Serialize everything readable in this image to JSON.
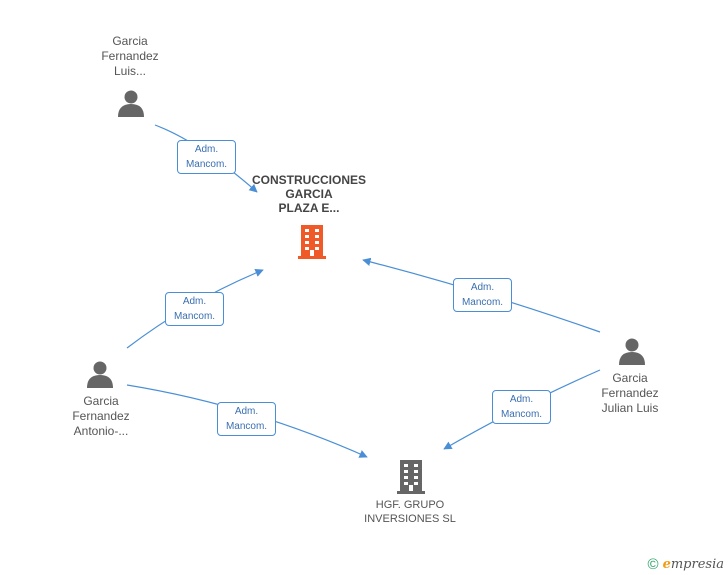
{
  "nodes": {
    "person1": {
      "label": "Garcia\nFernandez\nLuis..."
    },
    "person2": {
      "label": "Garcia\nFernandez\nAntonio-..."
    },
    "person3": {
      "label": "Garcia\nFernandez\nJulian Luis"
    },
    "company_main": {
      "label": "CONSTRUCCIONES\nGARCIA\nPLAZA E..."
    },
    "company_hgf": {
      "label": "HGF. GRUPO\nINVERSIONES SL"
    }
  },
  "roles": {
    "r1": "Adm.\nMancom.",
    "r2": "Adm.\nMancom.",
    "r3": "Adm.\nMancom.",
    "r4": "Adm.\nMancom.",
    "r5": "Adm.\nMancom."
  },
  "footer": {
    "copyright": "©",
    "brand_initial": "e",
    "brand_rest": "mpresia"
  },
  "colors": {
    "edge": "#4a8fd6",
    "person_icon": "#666666",
    "company_main_icon": "#f05a28",
    "company_icon": "#666666"
  }
}
